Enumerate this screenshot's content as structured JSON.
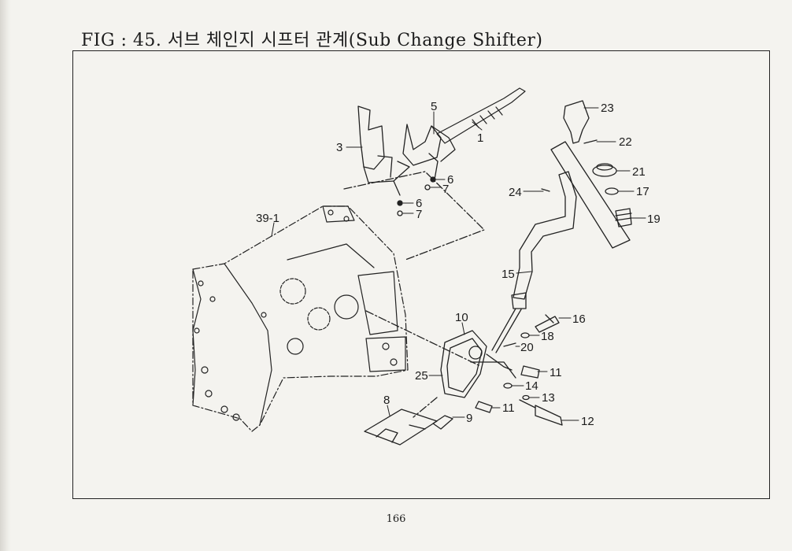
{
  "figure": {
    "title": "FIG : 45. 서브 체인지 시프터 관계(Sub Change Shifter)"
  },
  "callouts": [
    "1",
    "3",
    "5",
    "6",
    "7",
    "6",
    "7",
    "39-1",
    "23",
    "22",
    "21",
    "17",
    "19",
    "24",
    "15",
    "16",
    "10",
    "18",
    "20",
    "11",
    "25",
    "14",
    "13",
    "11",
    "12",
    "8",
    "9"
  ],
  "page_number": "166"
}
